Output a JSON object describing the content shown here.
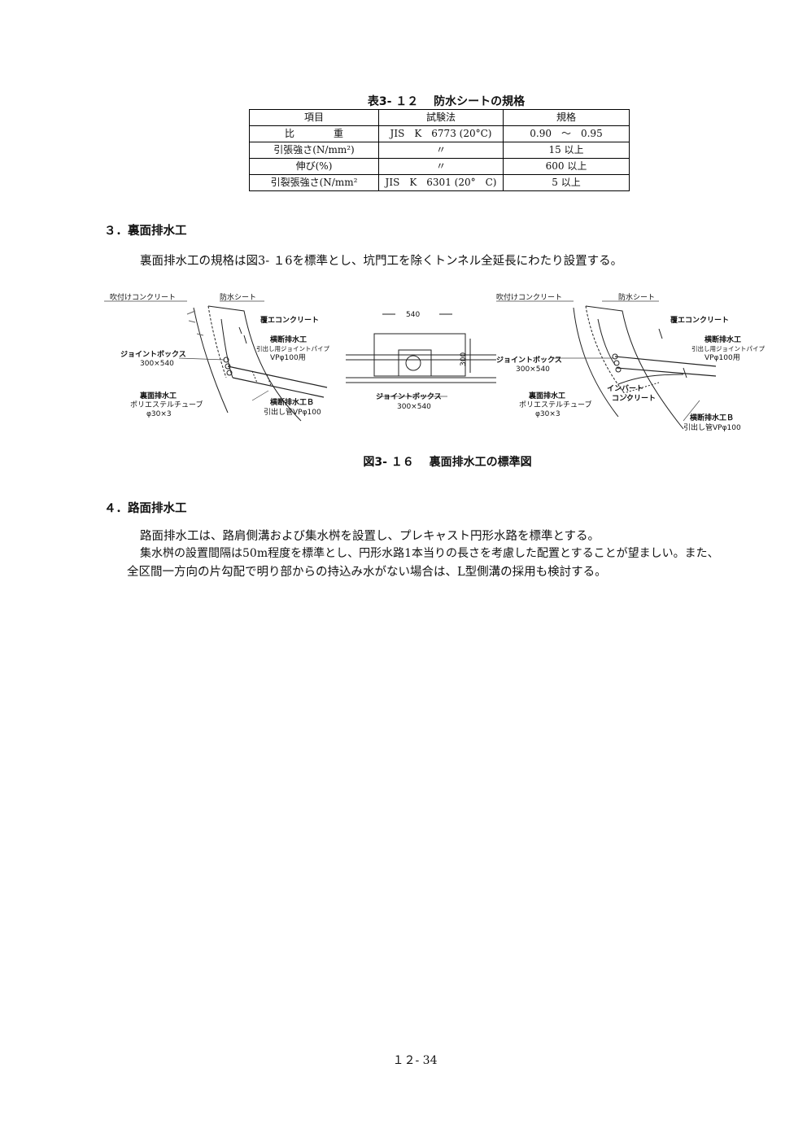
{
  "table": {
    "caption": "表3- １２　 防水シートの規格",
    "headers": [
      "項目",
      "試験法",
      "規格"
    ],
    "rows": [
      [
        "比　　　　重",
        "JIS　K　6773 (20°C)",
        "0.90　～　0.95"
      ],
      [
        "引張強さ(N/mm²)",
        "〃",
        "15 以上"
      ],
      [
        "伸び(%)",
        "〃",
        "600 以上"
      ],
      [
        "引裂張強さ(N/mm²",
        "JIS　K　6301 (20°　C)",
        "5 以上"
      ]
    ]
  },
  "section3": {
    "heading": "３．裏面排水工",
    "text": "裏面排水工の規格は図3- １6を標準とし、坑門工を除くトンネル全延長にわたり設置する。"
  },
  "figure": {
    "caption": "図3- １６　 裏面排水工の標準図",
    "left": {
      "shotcrete": "吹付けコンクリート",
      "sheet": "防水シート",
      "lining": "覆エコンクリート",
      "lateral_title": "横断排水工",
      "lateral_sub": "引出し用ジョイントパイプ",
      "lateral_pipe": "VPφ100用",
      "joint_box": "ジョイントボックス",
      "joint_box_size": "300×540",
      "back_drain": "裏面排水工",
      "tube": "ポリエステルチューブ",
      "tube_size": "φ30×3",
      "lateral_b": "横断排水工Ｂ",
      "lateral_b_pipe": "引出し管VPφ100"
    },
    "center": {
      "width": "540",
      "height": "300",
      "title": "ジョイントボックス",
      "size": "300×540"
    },
    "right": {
      "shotcrete": "吹付けコンクリート",
      "sheet": "防水シート",
      "lining": "覆エコンクリート",
      "lateral_title": "横断排水工",
      "lateral_sub": "引出し用ジョイントパイプ",
      "lateral_pipe": "VPφ100用",
      "joint_box": "ジョイントボックス",
      "joint_box_size": "300×540",
      "invert1": "インバート",
      "invert2": "コンクリート",
      "back_drain": "裏面排水工",
      "tube": "ポリエステルチューブ",
      "tube_size": "φ30×3",
      "lateral_b": "横断排水工Ｂ",
      "lateral_b_pipe": "引出し管VPφ100"
    }
  },
  "section4": {
    "heading": "４．路面排水工",
    "p1": "路面排水工は、路肩側溝および集水桝を設置し、プレキャスト円形水路を標準とする。",
    "p2": "集水桝の設置間隔は50m程度を標準とし、円形水路1本当りの長さを考慮した配置とすることが望ましい。また、",
    "p3": "全区間一方向の片勾配で明り部からの持込み水がない場合は、L型側溝の採用も検討する。"
  },
  "page_number": "１２- 34"
}
